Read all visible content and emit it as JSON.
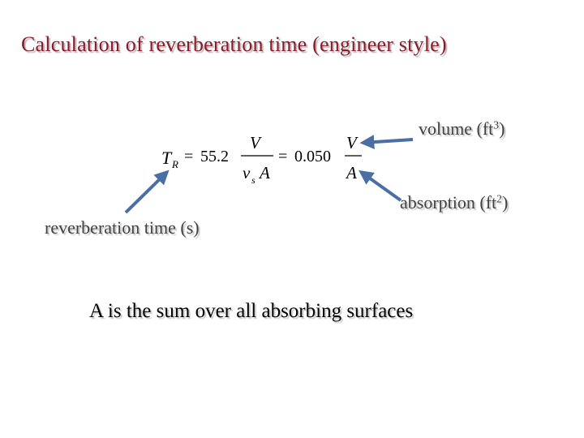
{
  "slide": {
    "title": "Calculation of reverberation time (engineer style)",
    "equation": {
      "lhs_symbol": "T",
      "lhs_subscript": "R",
      "equals_1": "=",
      "coef_1": "55.2",
      "frac1_numerator": "V",
      "frac1_denominator_v": "v",
      "frac1_denominator_sub": "s",
      "frac1_denominator_a": "A",
      "equals_2": "=",
      "coef_2": "0.050",
      "frac2_numerator": "V",
      "frac2_denominator": "A"
    },
    "labels": {
      "volume_text": "volume (ft",
      "volume_exp": "3",
      "volume_close": ")",
      "absorption_text": "absorption (ft",
      "absorption_exp": "2",
      "absorption_close": ")",
      "reverberation": "reverberation time (s)"
    },
    "note": "A is the sum over all absorbing surfaces",
    "colors": {
      "title": "#8b1a2b",
      "arrow": "#4a6fa5",
      "label": "#404040"
    }
  }
}
